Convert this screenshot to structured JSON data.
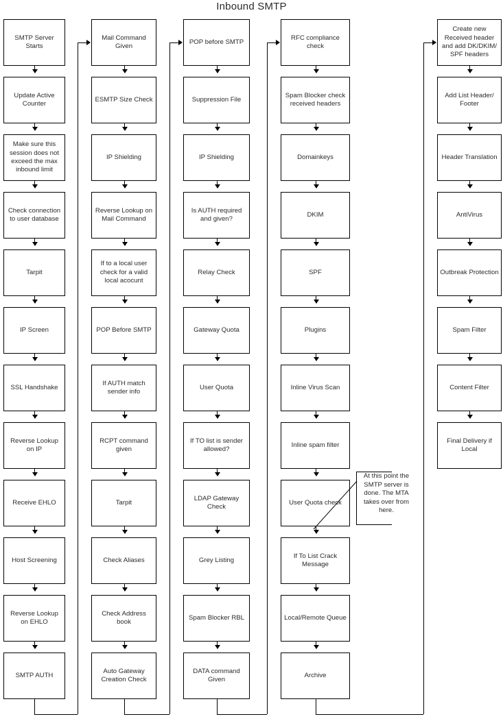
{
  "title": "Inbound SMTP",
  "columns": [
    {
      "id": "column-1",
      "nodes": [
        "SMTP Server Starts",
        "Update Active Counter",
        "Make sure this session does not exceed the max inbound limit",
        "Check connection to user database",
        "Tarpit",
        "IP Screen",
        "SSL Handshake",
        "Reverse Lookup on IP",
        "Receive EHLO",
        "Host Screening",
        "Reverse Lookup on EHLO",
        "SMTP AUTH"
      ]
    },
    {
      "id": "column-2",
      "nodes": [
        "Mail Command Given",
        "ESMTP Size Check",
        "IP Shielding",
        "Reverse Lookup on Mail Command",
        "If to a local user check for a valid local acocunt",
        "POP Before SMTP",
        "If AUTH match sender info",
        "RCPT command given",
        "Tarpit",
        "Check Aliases",
        "Check Address book",
        "Auto Gateway Creation Check"
      ]
    },
    {
      "id": "column-3",
      "nodes": [
        "POP before SMTP",
        "Suppression File",
        "IP Shielding",
        "Is AUTH required and given?",
        "Relay Check",
        "Gateway Quota",
        "User Quota",
        "If TO list is sender allowed?",
        "LDAP Gateway Check",
        "Grey Listing",
        "Spam Blocker RBL",
        "DATA command Given"
      ]
    },
    {
      "id": "column-4",
      "nodes": [
        "RFC compliance check",
        "Spam Blocker check received headers",
        "Domainkeys",
        "DKIM",
        "SPF",
        "Plugins",
        "Inline Virus Scan",
        "Inline spam filter",
        "User Quota check",
        "If To List Crack Message",
        "Local/Remote Queue",
        "Archive"
      ]
    },
    {
      "id": "column-5",
      "nodes": [
        "Create new Received header and add DK/DKIM/ SPF headers",
        "Add List Header/ Footer",
        "Header Translation",
        "AntiVirus",
        "Outbreak Protection",
        "Spam Filter",
        "Content Filter",
        "Final Delivery if Local"
      ]
    }
  ],
  "callout": {
    "text": "At this point the SMTP server is done.  The MTA takes over from here."
  },
  "colors": {
    "stroke": "#000000",
    "text": "#2b2b2b",
    "background": "#ffffff"
  }
}
